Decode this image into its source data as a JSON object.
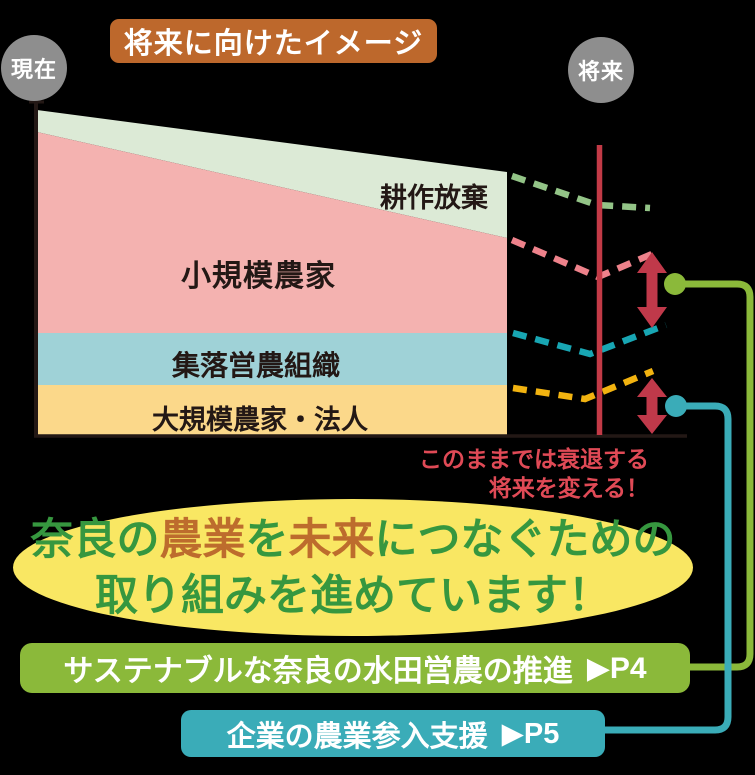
{
  "page": {
    "background": "#000000"
  },
  "header": {
    "badge_label": "将来に向けたイメージ",
    "badge_color": "#bd682c",
    "now_label": "現在",
    "future_label": "将来",
    "marker_color": "#8e8e8e"
  },
  "diagram": {
    "bands": [
      {
        "label": "耕作放棄",
        "area_color": "#dcead6",
        "projection_dash_color": "#93c487"
      },
      {
        "label": "小規模農家",
        "area_color": "#f4b2b0",
        "projection_dash_color": "#ee828b"
      },
      {
        "label": "集落営農組織",
        "area_color": "#9fd2d7",
        "projection_dash_color": "#18a6b3"
      },
      {
        "label": "大規模農家・法人",
        "area_color": "#fbd88a",
        "projection_dash_color": "#f2b310"
      }
    ],
    "axis_color": "#231815",
    "future_line_color": "#c23a46",
    "range_arrow_color": "#c0394a",
    "connector_green": "#8bb93a",
    "connector_teal": "#3aacb8"
  },
  "warning": {
    "line1": "このままでは衰退する",
    "line2": "将来を変える！",
    "color": "#e04a56"
  },
  "message": {
    "ellipse_color": "#f9e763",
    "green": "#36973f",
    "orange": "#bd6c2d",
    "line1_parts": [
      {
        "text": "奈良の",
        "tone": "green"
      },
      {
        "text": "農業",
        "tone": "orange"
      },
      {
        "text": "を",
        "tone": "green"
      },
      {
        "text": "未来",
        "tone": "orange"
      },
      {
        "text": "につなぐための",
        "tone": "green"
      }
    ],
    "line2": "取り組みを進めています！"
  },
  "links": [
    {
      "label": "サステナブルな奈良の水田営農の推進",
      "page_ref": "▶P4",
      "color": "#8bb93a"
    },
    {
      "label": "企業の農業参入支援",
      "page_ref": "▶P5",
      "color": "#3aacb8"
    }
  ]
}
